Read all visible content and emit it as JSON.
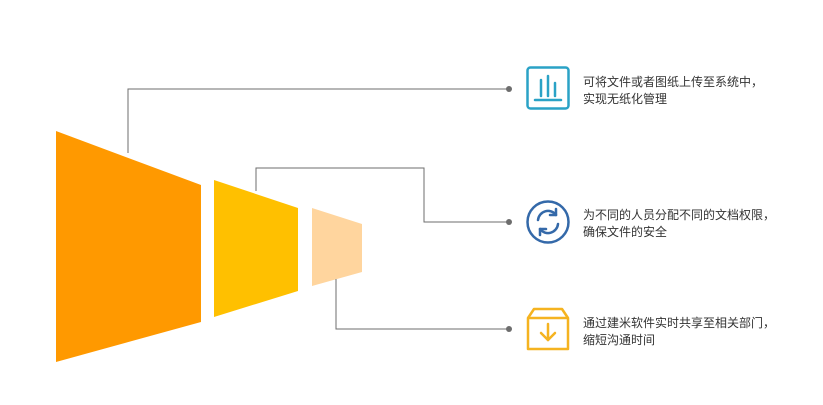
{
  "colors": {
    "stage1": "#ff9900",
    "stage2": "#ffc000",
    "stage3": "#ffd59e",
    "connector": "#6d6d6d",
    "chart_icon": "#2aa2c6",
    "sync_icon": "#3469a9",
    "download_icon": "#f5b320"
  },
  "items": [
    {
      "icon": "bar-chart-icon",
      "line1": "可将文件或者图纸上传至系统中，",
      "line2": "实现无纸化管理"
    },
    {
      "icon": "refresh-icon",
      "line1": "为不同的人员分配不同的文档权限，",
      "line2": "确保文件的安全"
    },
    {
      "icon": "download-box-icon",
      "line1": "通过建米软件实时共享至相关部门，",
      "line2": "缩短沟通时间"
    }
  ]
}
